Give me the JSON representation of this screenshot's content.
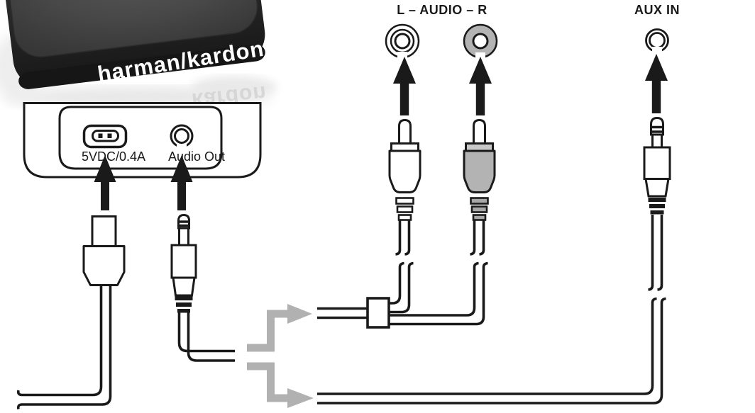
{
  "device_photo": {
    "logo_text": "harman/kardon",
    "reflection_text": "kardon"
  },
  "rear_panel": {
    "power_port_label": "5VDC/0.4A",
    "audio_out_label": "Audio Out"
  },
  "output_jacks": {
    "rca_label": "L – AUDIO – R",
    "aux_label": "AUX IN"
  },
  "icons": {
    "micro_usb_port_icon": "rounded rectangle with inner pill and two contact pins",
    "audio_out_jack_icon": "double concentric circle minijack socket",
    "rca_jack_left_icon": "triple concentric rings, white center",
    "rca_jack_right_icon": "concentric rings with gray fill, white center",
    "aux_jack_icon": "small double ring minijack socket",
    "up_arrow_icon": "solid black upward arrow",
    "routing_arrow_icon": "gray elbow arrow pointing right",
    "cable_break_icon": "squiggle break marks on cable"
  },
  "colors": {
    "outline": "#1a1a1a",
    "plug_gray": "#b3b3b3",
    "routing_arrow_gray": "#b1b1b1",
    "device_top": "#4d4d4d",
    "device_front": "#242424",
    "logo": "#ffffff",
    "background": "#ffffff"
  }
}
